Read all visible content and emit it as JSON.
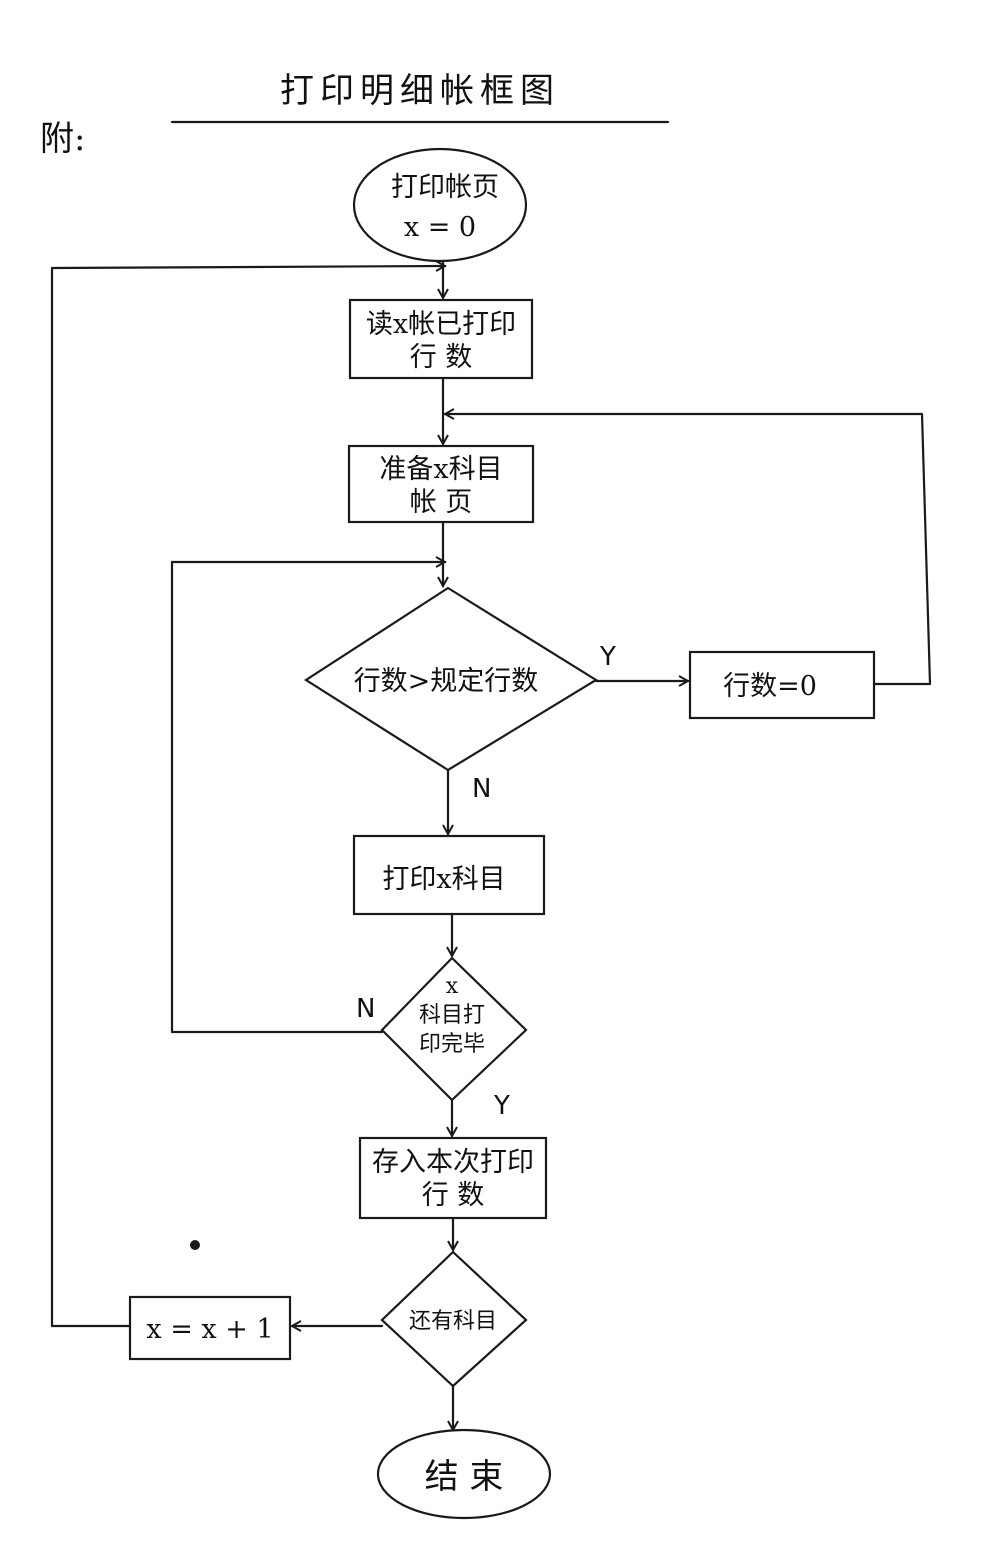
{
  "prefix": "附:",
  "title": "打印明细帐框图",
  "nodes": {
    "start": {
      "line1": "打印帐页",
      "line2": "x = 0"
    },
    "read_lines": {
      "line1": "读x帐已打印",
      "line2": "行 数"
    },
    "prepare_page": {
      "line1": "准备x科目",
      "line2": "帐 页"
    },
    "check_lines": {
      "text": "行数>规定行数"
    },
    "reset_lines": {
      "text": "行数=0"
    },
    "print_item": {
      "text": "打印x科目"
    },
    "item_done": {
      "line1": "x",
      "line2": "科目打",
      "line3": "印完毕"
    },
    "save_lines": {
      "line1": "存入本次打印",
      "line2": "行 数"
    },
    "more_items": {
      "text": "还有科目"
    },
    "increment": {
      "text": "x = x + 1"
    },
    "end": {
      "text": "结 束"
    }
  },
  "branches": {
    "check_yes": "Y",
    "check_no": "N",
    "done_no": "N",
    "done_yes": "Y"
  },
  "colors": {
    "ink": "#1a1a1a",
    "paper": "#ffffff"
  }
}
